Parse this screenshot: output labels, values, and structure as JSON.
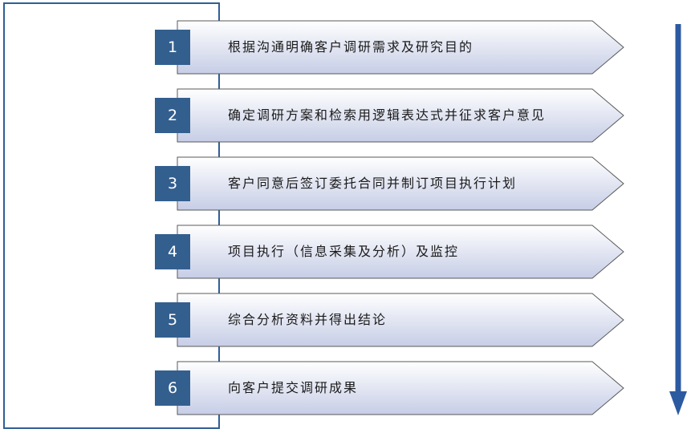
{
  "steps": [
    {
      "number": "1",
      "text": "根据沟通明确客户调研需求及研究目的"
    },
    {
      "number": "2",
      "text": "确定调研方案和检索用逻辑表达式并征求客户意见"
    },
    {
      "number": "3",
      "text": "客户同意后签订委托合同并制订项目执行计划"
    },
    {
      "number": "4",
      "text": "项目执行（信息采集及分析）及监控"
    },
    {
      "number": "5",
      "text": "综合分析资料并得出结论"
    },
    {
      "number": "6",
      "text": "向客户提交调研成果"
    }
  ],
  "colors": {
    "frame_border": "#2e5f95",
    "number_box": "#335f8f",
    "arrow_fill_top": "#ffffff",
    "arrow_fill_bottom": "#c6cde6",
    "arrow_stroke": "#5a5a5a",
    "flow_arrow": "#2c5aa0"
  }
}
